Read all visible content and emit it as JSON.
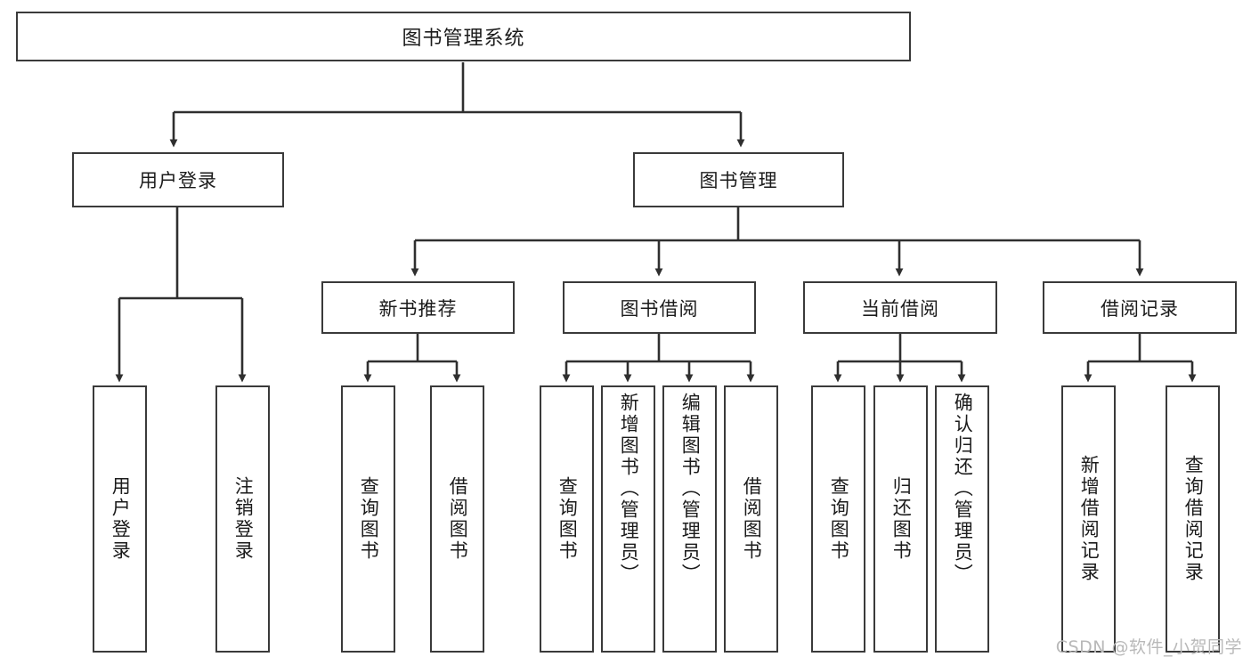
{
  "diagram": {
    "type": "tree",
    "title": "图书管理系统",
    "watermark": "CSDN @软件_小贺同学",
    "colors": {
      "box_border": "#3a3a3a",
      "box_fill": "#ffffff",
      "connector": "#2f2f2f",
      "text": "#1b1b1b",
      "watermark": "#b9b9b9"
    },
    "levels": {
      "level1": [
        {
          "id": "root",
          "label": "图书管理系统"
        }
      ],
      "level2": [
        {
          "id": "user-login",
          "label": "用户登录"
        },
        {
          "id": "book-manage",
          "label": "图书管理"
        }
      ],
      "level3": [
        {
          "id": "new-book-recommend",
          "label": "新书推荐"
        },
        {
          "id": "book-borrow",
          "label": "图书借阅"
        },
        {
          "id": "current-borrow",
          "label": "当前借阅"
        },
        {
          "id": "borrow-record",
          "label": "借阅记录"
        }
      ],
      "leaves": [
        {
          "id": "leaf-user-login",
          "label": "用户登录",
          "parent": "user-login"
        },
        {
          "id": "leaf-user-logout",
          "label": "注销登录",
          "parent": "user-login"
        },
        {
          "id": "leaf-query-book-1",
          "label": "查询图书",
          "parent": "new-book-recommend"
        },
        {
          "id": "leaf-borrow-book-1",
          "label": "借阅图书",
          "parent": "new-book-recommend"
        },
        {
          "id": "leaf-query-book-2",
          "label": "查询图书",
          "parent": "book-borrow"
        },
        {
          "id": "leaf-add-book",
          "label": "新增图书（管理员）",
          "parent": "book-borrow"
        },
        {
          "id": "leaf-edit-book",
          "label": "编辑图书（管理员）",
          "parent": "book-borrow"
        },
        {
          "id": "leaf-borrow-book-2",
          "label": "借阅图书",
          "parent": "book-borrow"
        },
        {
          "id": "leaf-query-book-3",
          "label": "查询图书",
          "parent": "current-borrow"
        },
        {
          "id": "leaf-return-book",
          "label": "归还图书",
          "parent": "current-borrow"
        },
        {
          "id": "leaf-confirm-return",
          "label": "确认归还（管理员）",
          "parent": "current-borrow"
        },
        {
          "id": "leaf-add-record",
          "label": "新增借阅记录",
          "parent": "borrow-record"
        },
        {
          "id": "leaf-query-record",
          "label": "查询借阅记录",
          "parent": "borrow-record"
        }
      ]
    }
  }
}
